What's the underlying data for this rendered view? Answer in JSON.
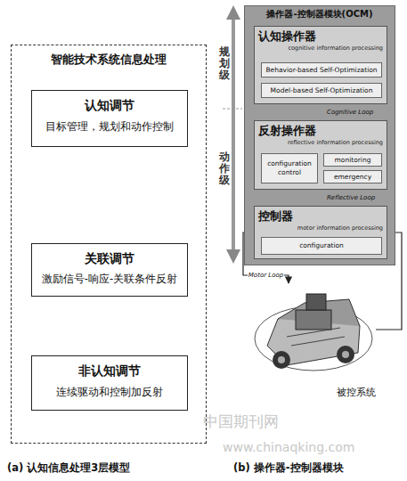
{
  "diagram": {
    "nodes": [
      {
        "text": [
          "智能技术系统信息处理"
        ]
      },
      {
        "text": [
          "认知调节",
          "目标管理，规划和动作控制"
        ],
        "in": 0
      },
      {
        "text": [
          "关联调节",
          "激励信号-响应-关联条件反射"
        ],
        "in": 0
      },
      {
        "text": [
          "非认知调节",
          "连续驱动和控制加反射"
        ],
        "in": 0
      },
      {
        "text": [
          "操作器-控制器模块(OCM)"
        ]
      },
      {
        "text": [
          "认知操作器",
          "cognitive information processing"
        ],
        "in": 4
      },
      {
        "text": [
          "Behavior-based Self-Optimization"
        ],
        "in": 5
      },
      {
        "text": [
          "Model-based Self-Optimization"
        ],
        "in": 5
      },
      {
        "text": [
          "反射操作器",
          "reflective information processing"
        ],
        "in": 4
      },
      {
        "text": [
          "configuration control"
        ],
        "in": 8
      },
      {
        "text": [
          "monitoring"
        ],
        "in": 8
      },
      {
        "text": [
          "emergency"
        ],
        "in": 8
      },
      {
        "text": [
          "控制器",
          "motor information processing"
        ],
        "in": 4
      },
      {
        "text": [
          "configuration"
        ],
        "in": 12
      },
      {
        "text": [
          "被控系统"
        ]
      }
    ],
    "edges": [
      {
        "from": 1,
        "to": 2,
        "arrow": "to"
      },
      {
        "from": 2,
        "to": 1,
        "arrow": "to"
      },
      {
        "from": 3,
        "to": 2,
        "arrow": "to"
      },
      {
        "from": 5,
        "to": 8,
        "arrow": "both",
        "label": "Cognitive Loop"
      },
      {
        "from": 8,
        "to": 12,
        "arrow": "both",
        "label": "Reflective Loop"
      },
      {
        "from": 12,
        "to": 14,
        "arrow": "to",
        "label": "Motor Loop"
      },
      {
        "from": 14,
        "to": 12,
        "arrow": "to"
      }
    ],
    "labels": [
      "规划级",
      "动作级",
      "(a) 认知信息处理3层模型",
      "(b) 操作器-控制器模块",
      "中国期刊网",
      "www.chinaqking.com"
    ]
  }
}
